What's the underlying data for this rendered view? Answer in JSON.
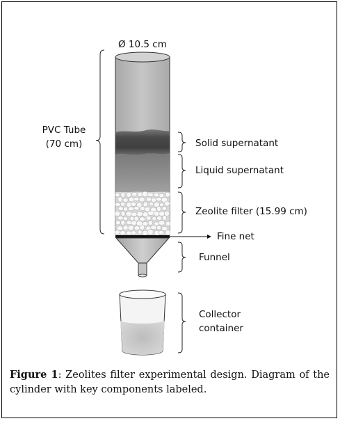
{
  "diagram": {
    "diameter_label": "Ø 10.5 cm",
    "pvc_label_line1": "PVC Tube",
    "pvc_label_line2": "(70 cm)",
    "labels": {
      "solid": "Solid supernatant",
      "liquid": "Liquid supernatant",
      "zeolite": "Zeolite filter (15.99 cm)",
      "fine_net": "Fine net",
      "funnel": "Funnel",
      "collector_line1": "Collector",
      "collector_line2": "container"
    }
  },
  "caption": {
    "prefix": "Figure 1",
    "text": ": Zeolites filter experimental design. Diagram of the cylinder with key components labeled."
  },
  "colors": {
    "tube": "#bcbcbc",
    "solid_layer": "#555555",
    "liquid_layer": "#8f8f8f",
    "zeolite": "#f2f2f2",
    "net": "#111111"
  }
}
